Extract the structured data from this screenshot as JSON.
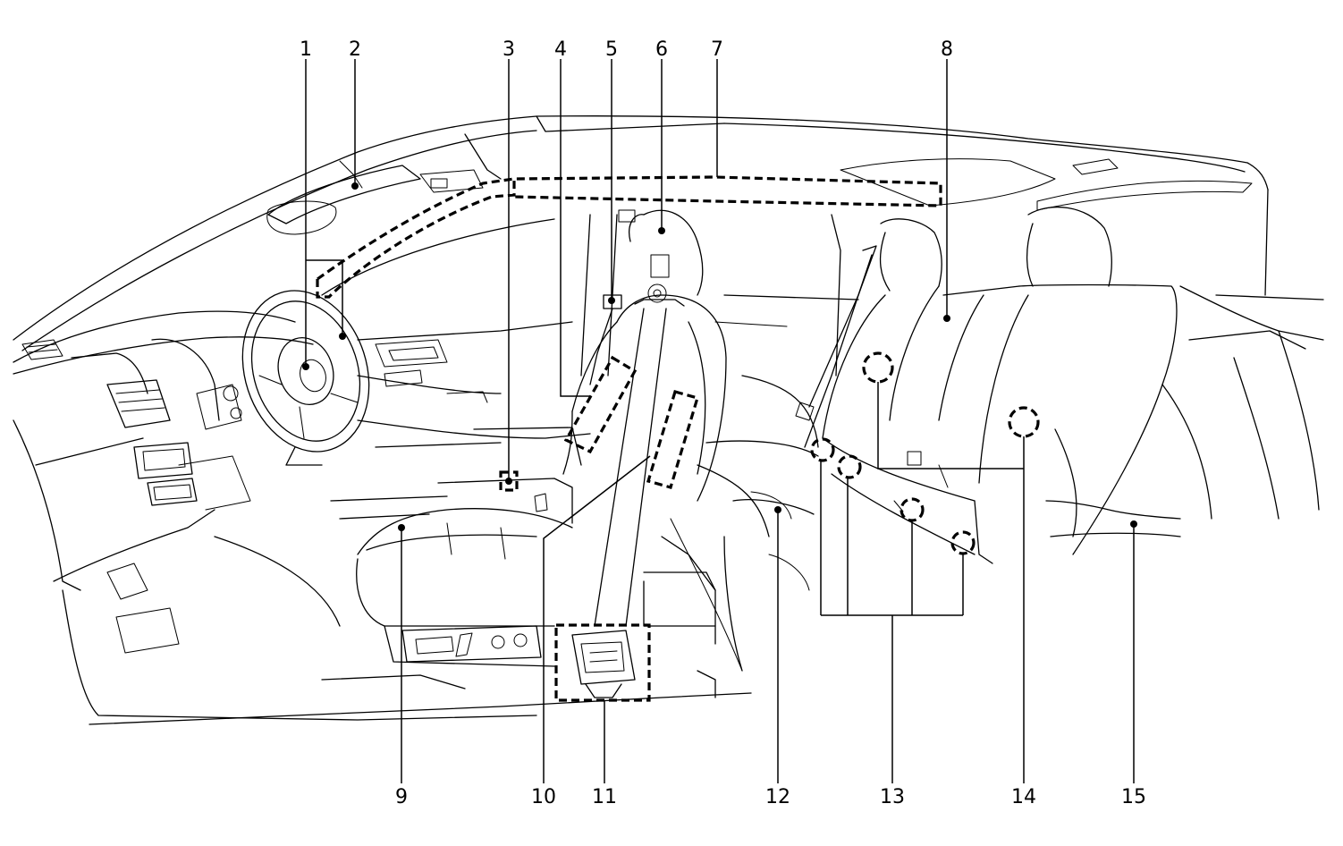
{
  "diagram": {
    "callouts": [
      {
        "id": 1,
        "label": "1"
      },
      {
        "id": 2,
        "label": "2"
      },
      {
        "id": 3,
        "label": "3"
      },
      {
        "id": 4,
        "label": "4"
      },
      {
        "id": 5,
        "label": "5"
      },
      {
        "id": 6,
        "label": "6"
      },
      {
        "id": 7,
        "label": "7"
      },
      {
        "id": 8,
        "label": "8"
      },
      {
        "id": 9,
        "label": "9"
      },
      {
        "id": 10,
        "label": "10"
      },
      {
        "id": 11,
        "label": "11"
      },
      {
        "id": 12,
        "label": "12"
      },
      {
        "id": 13,
        "label": "13"
      },
      {
        "id": 14,
        "label": "14"
      },
      {
        "id": 15,
        "label": "15"
      }
    ]
  }
}
